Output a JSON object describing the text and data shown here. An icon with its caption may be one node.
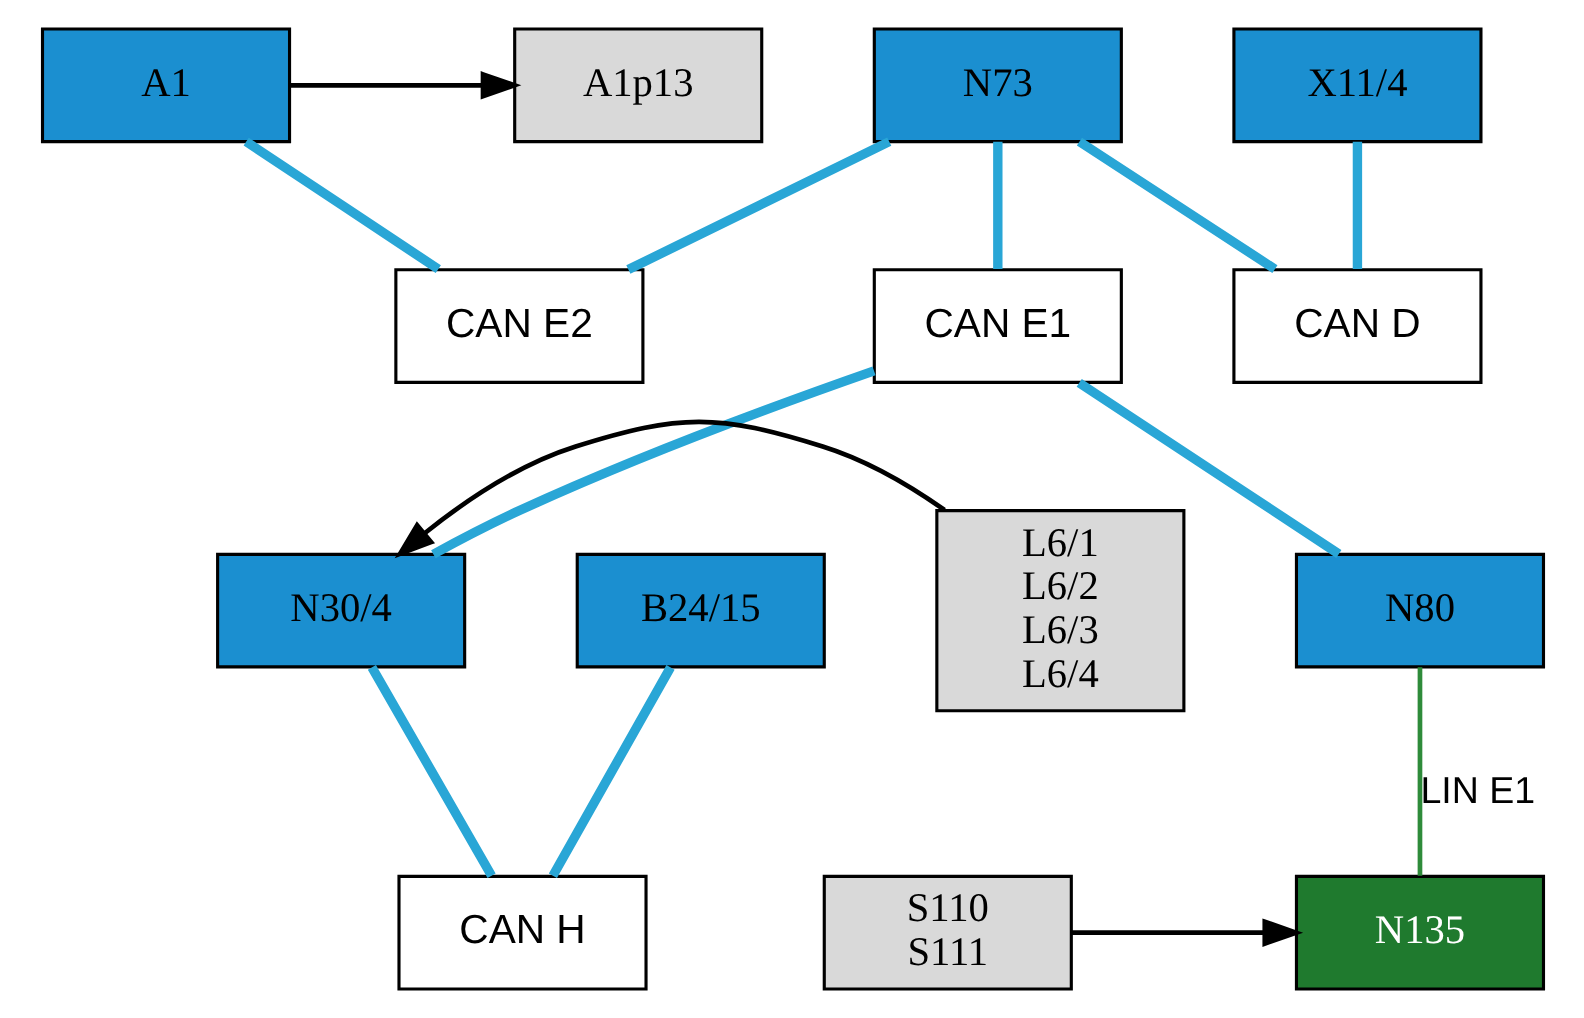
{
  "diagram": {
    "nodes": [
      {
        "text": [
          "A1p13"
        ]
      },
      {
        "text": [
          "A1"
        ]
      },
      {
        "text": [
          "N73"
        ]
      },
      {
        "text": [
          "X11/4"
        ]
      },
      {
        "text": [
          "CAN E2"
        ]
      },
      {
        "text": [
          "CAN D"
        ]
      },
      {
        "text": [
          "CAN E1"
        ]
      },
      {
        "text": [
          "B24/15"
        ]
      },
      {
        "text": [
          "N30/4"
        ]
      },
      {
        "text": [
          "L6/1",
          "L6/2",
          "L6/3",
          "L6/4"
        ]
      },
      {
        "text": [
          "N80"
        ]
      },
      {
        "text": [
          "S110",
          "S111"
        ]
      },
      {
        "text": [
          "N135"
        ]
      },
      {
        "text": [
          "CAN H"
        ]
      }
    ],
    "edges": [
      {
        "from": 1,
        "to": 0,
        "arrow": "to",
        "color": "#000000"
      },
      {
        "from": 1,
        "to": 4,
        "arrow": "none",
        "color": "#29a6d6"
      },
      {
        "from": 2,
        "to": 4,
        "arrow": "none",
        "color": "#29a6d6"
      },
      {
        "from": 2,
        "to": 5,
        "arrow": "none",
        "color": "#29a6d6"
      },
      {
        "from": 3,
        "to": 5,
        "arrow": "none",
        "color": "#29a6d6"
      },
      {
        "from": 2,
        "to": 6,
        "arrow": "none",
        "color": "#29a6d6"
      },
      {
        "from": 8,
        "to": 6,
        "arrow": "none",
        "color": "#29a6d6"
      },
      {
        "from": 10,
        "to": 6,
        "arrow": "none",
        "color": "#29a6d6"
      },
      {
        "from": 9,
        "to": 8,
        "arrow": "to",
        "color": "#000000"
      },
      {
        "from": 7,
        "to": 13,
        "arrow": "none",
        "color": "#29a6d6"
      },
      {
        "from": 8,
        "to": 13,
        "arrow": "none",
        "color": "#29a6d6"
      },
      {
        "from": 10,
        "to": 12,
        "arrow": "none",
        "label": "LIN E1",
        "color": "#2e8b3a"
      },
      {
        "from": 11,
        "to": 12,
        "arrow": "to",
        "color": "#000000"
      }
    ]
  }
}
